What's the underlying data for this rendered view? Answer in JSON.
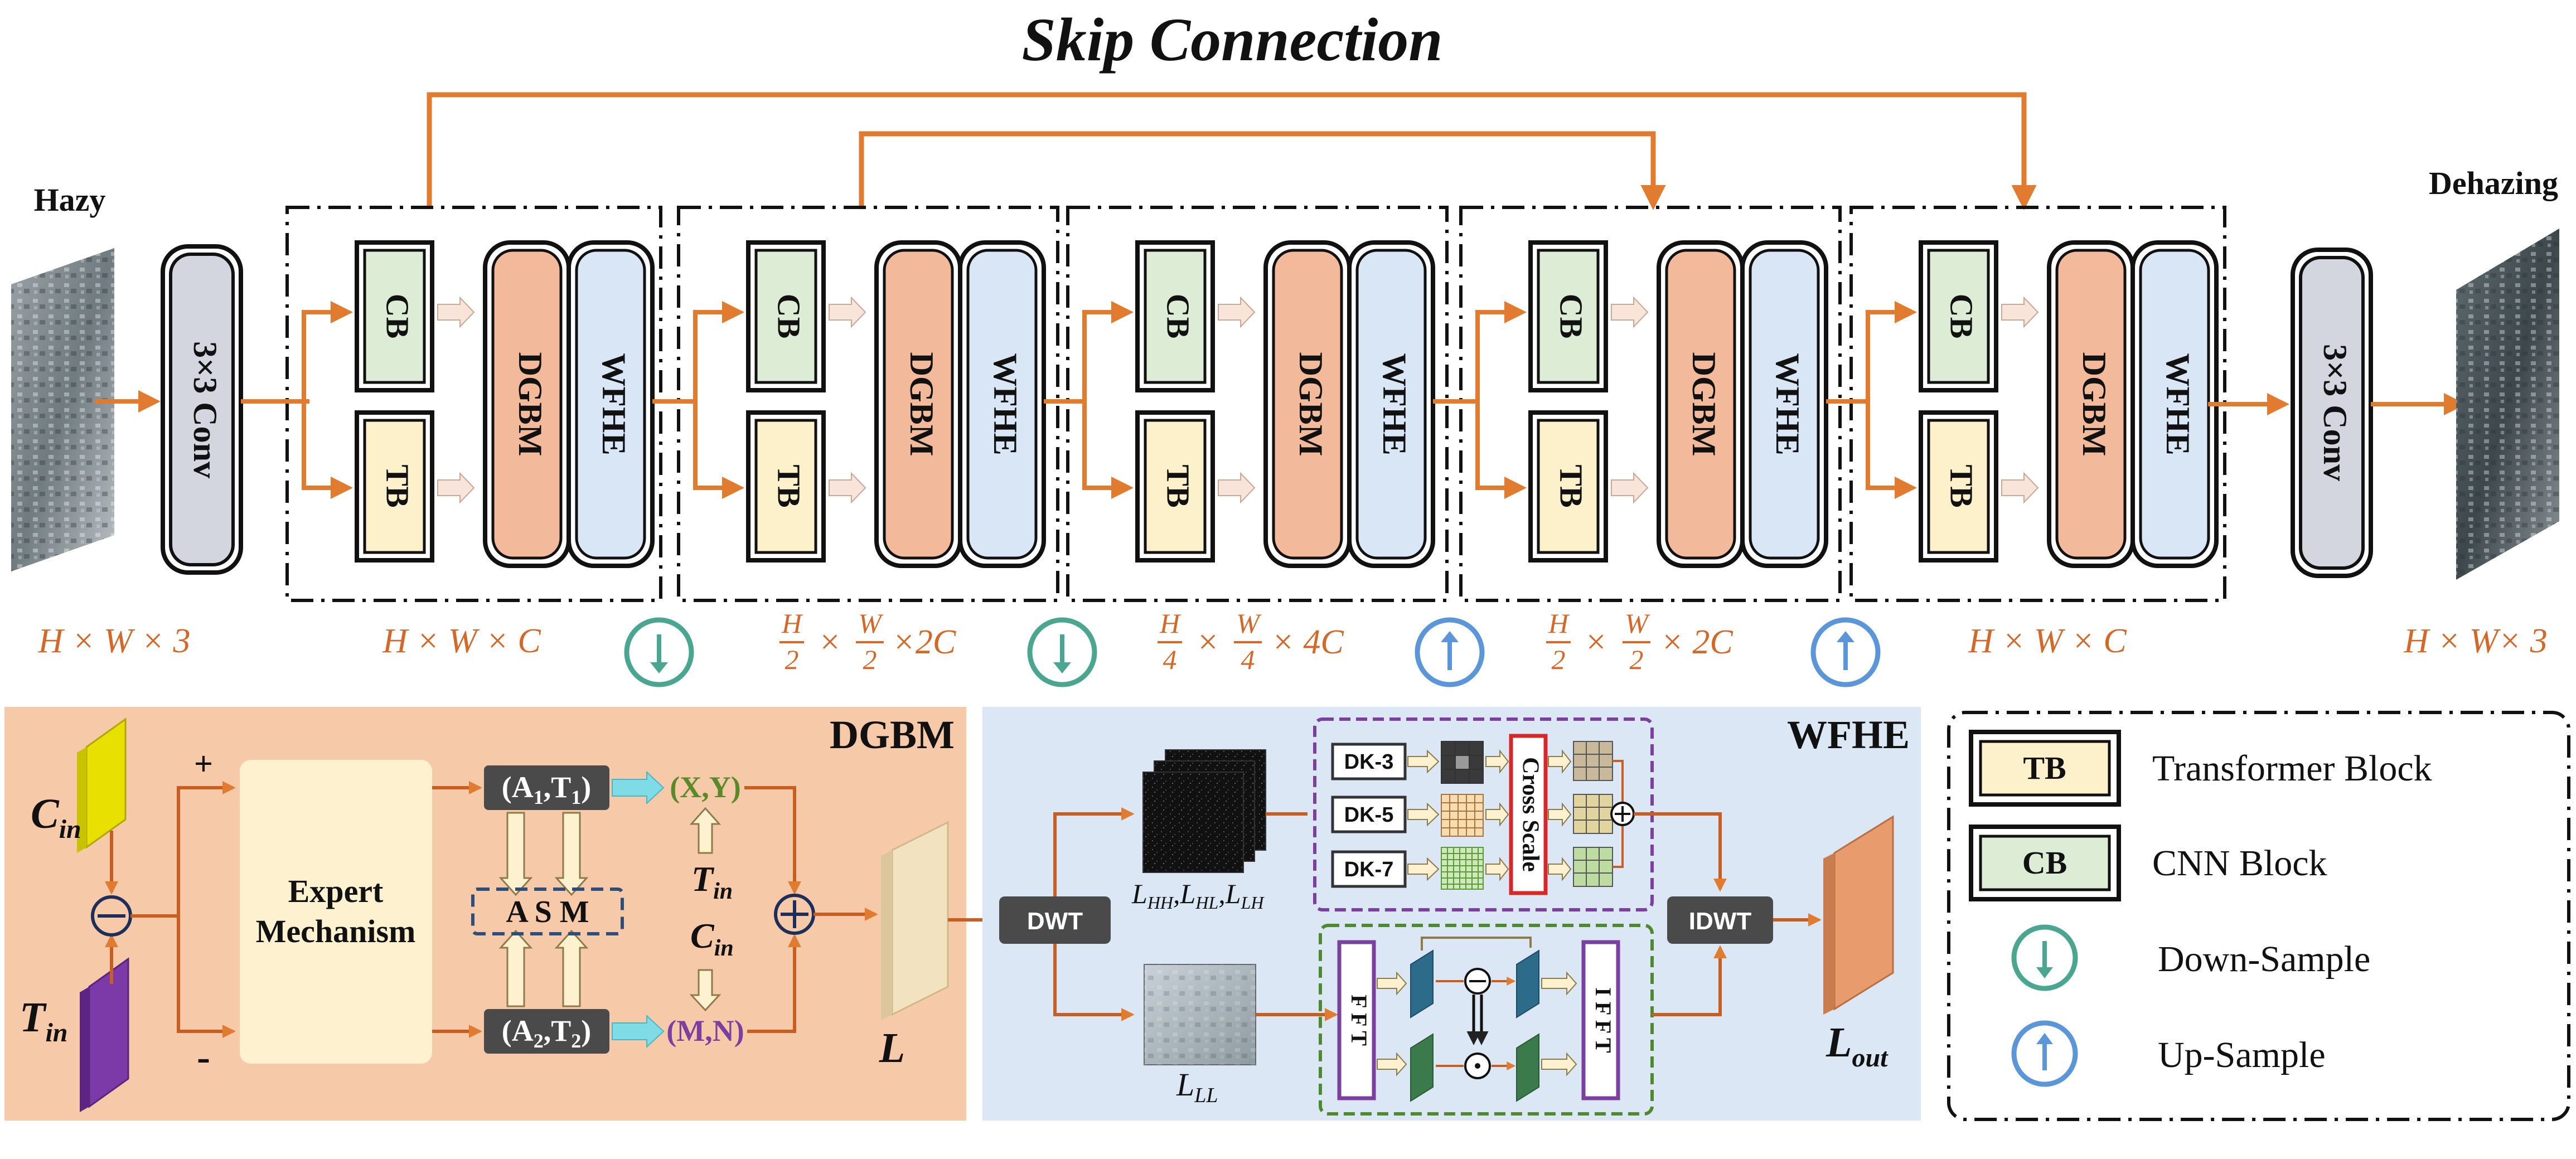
{
  "title": "Skip Connection",
  "input_label": "Hazy",
  "output_label": "Dehazing",
  "conv_label": "3×3 Conv",
  "cb_label": "CB",
  "tb_label": "TB",
  "dgbm_label": "DGBM",
  "wfhe_label": "WFHE",
  "dims": [
    "H × W × 3",
    "H × W × C",
    "H/2 × W/2 ×2C",
    "H/4 × W/4 × 4C",
    "H/2 × W/2 × 2C",
    "H × W × C",
    "H × W× 3"
  ],
  "dims_parts": {
    "d0": "H × W × 3",
    "d1": "H × W × C",
    "d2_tail": "×2C",
    "d3_tail": "× 4C",
    "d4_tail": "× 2C",
    "d5": "H × W × C",
    "d6": "H × W× 3",
    "frac_H": "H",
    "frac_W": "W",
    "n2": "2",
    "n4": "4",
    "times": "×"
  },
  "sample_symbols": [
    "down",
    "down",
    "up",
    "up"
  ],
  "dgbm": {
    "title": "DGBM",
    "c_in": "C",
    "t_in": "T",
    "sub_in": "in",
    "plus": "+",
    "minus": "-",
    "expert_line1": "Expert",
    "expert_line2": "Mechanism",
    "a1t1": "(A",
    "a2t2": "(A",
    "at_sub1": "1",
    "at_sub2": "2",
    "at_t": ",T",
    "at_close": ")",
    "asm": "A S M",
    "xy": "(X,Y)",
    "mn": "(M,N)",
    "l_label": "L"
  },
  "wfhe": {
    "title": "WFHE",
    "dwt": "DWT",
    "idwt": "IDWT",
    "l_high": "L",
    "l_low": "L",
    "sub_hh": "HH",
    "sub_hl": "HL",
    "sub_lh": "LH",
    "sub_ll": "LL",
    "dk3": "DK-3",
    "dk5": "DK-5",
    "dk7": "DK-7",
    "cross_scale": "Cross Scale",
    "fft": "F F T",
    "ifft": "I F F T",
    "l_out": "L",
    "sub_out": "out"
  },
  "legend": {
    "tb_box": "TB",
    "tb_text": "Transformer Block",
    "cb_box": "CB",
    "cb_text": "CNN Block",
    "down_text": "Down-Sample",
    "up_text": "Up-Sample"
  },
  "colors": {
    "arrow": "#e07b30",
    "conv": "#d3d6de",
    "cb": "#dcecd5",
    "tb": "#fdf1cb",
    "dgbm": "#f2b99b",
    "wfhe": "#d8e6f6",
    "dgbm_panel": "#f6caa9",
    "wfhe_panel": "#dbe7f4",
    "expert": "#fdf1d0",
    "down": "#4ba691",
    "up": "#5b96d8",
    "dark_box": "#4a4a4a",
    "purple": "#7b3fa0",
    "green_text": "#5a8a28",
    "cross_red": "#d62828",
    "dashed_green": "#4c8a2d",
    "dashed_navy": "#2d4d7a",
    "dashed_purple": "#7b3fa0"
  }
}
